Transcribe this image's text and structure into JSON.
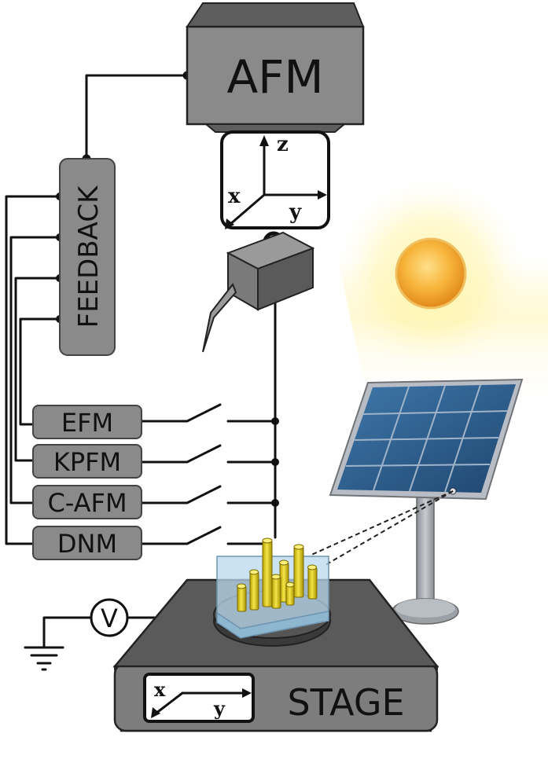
{
  "afm": {
    "label": "AFM"
  },
  "scanner_axes": {
    "z": "z",
    "x": "x",
    "y": "y"
  },
  "feedback": {
    "label": "FEEDBACK"
  },
  "modes": [
    {
      "label": "EFM"
    },
    {
      "label": "KPFM"
    },
    {
      "label": "C-AFM"
    },
    {
      "label": "DNM"
    }
  ],
  "voltmeter": {
    "label": "V"
  },
  "stage": {
    "label": "STAGE",
    "axis_x": "x",
    "axis_y": "y"
  },
  "colors": {
    "box_fill": "#8a8a8a",
    "box_dark": "#5e5e5e",
    "stage_top": "#5a5a5a",
    "panel_cell": "#2f5f8f",
    "panel_frame": "#b8bcc4",
    "sun_core": "#f5a623",
    "nanorod": "#e8d21a",
    "substrate": "#9fc6e0"
  }
}
